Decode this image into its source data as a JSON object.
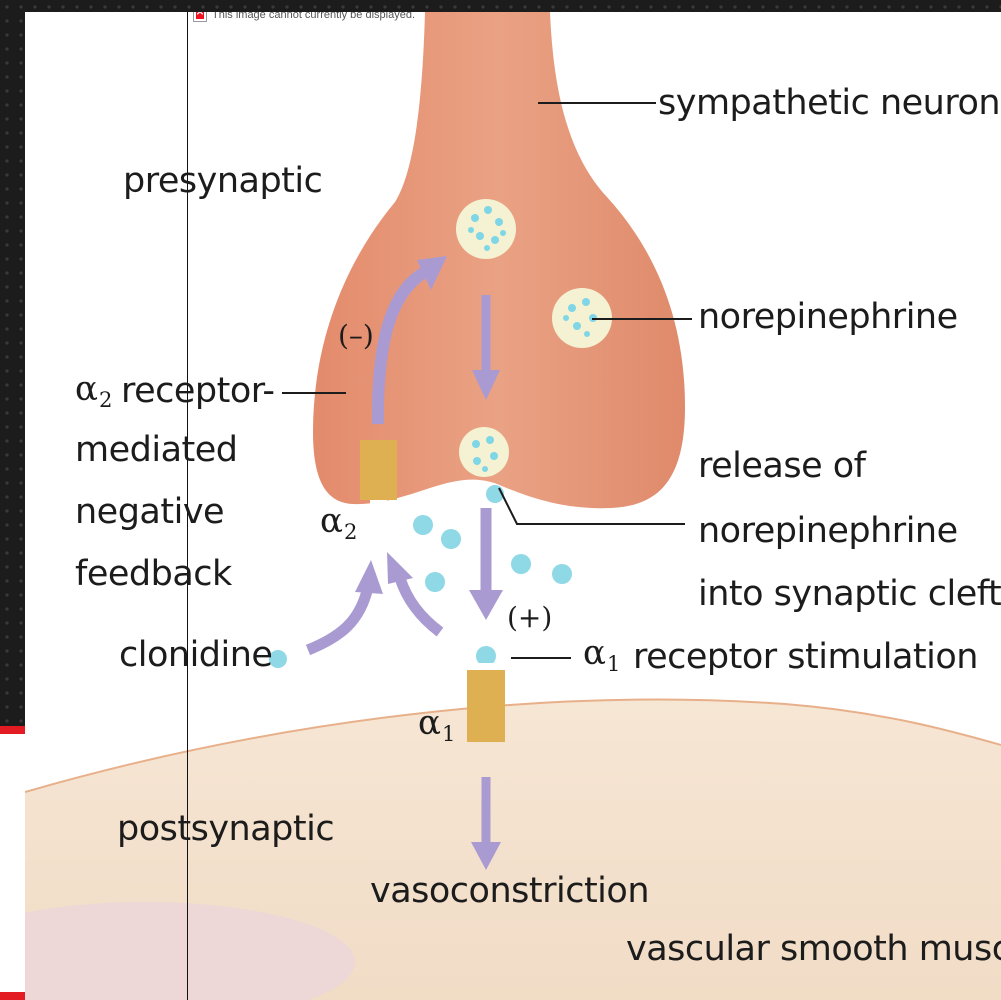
{
  "broken_image_notice": "This image cannot currently be displayed.",
  "labels": {
    "sympathetic_neuron": "sympathetic neuron",
    "presynaptic": "presynaptic",
    "norepinephrine": "norepinephrine",
    "alpha2_line1": "receptor-",
    "alpha2_line2": "mediated",
    "alpha2_line3": "negative",
    "alpha2_line4": "feedback",
    "release_line1": "release of",
    "release_line2": "norepinephrine",
    "release_line3": "into synaptic cleft",
    "clonidine": "clonidine",
    "alpha1_stimulation": "receptor stimulation",
    "postsynaptic": "postsynaptic",
    "vasoconstriction": "vasoconstriction",
    "vascular_smooth_muscle": "vascular smooth muscle"
  },
  "symbols": {
    "alpha": "α",
    "sub_2": "2",
    "sub_1": "1",
    "minus": "(–)",
    "plus": "(+)"
  },
  "colors": {
    "neuron": "#e49274",
    "muscle": "#f4e2cf",
    "arrow": "#a99bd2",
    "receptor": "#dfb052",
    "vesicle": "#f4f2d2",
    "dot": "#7fd6e6"
  }
}
